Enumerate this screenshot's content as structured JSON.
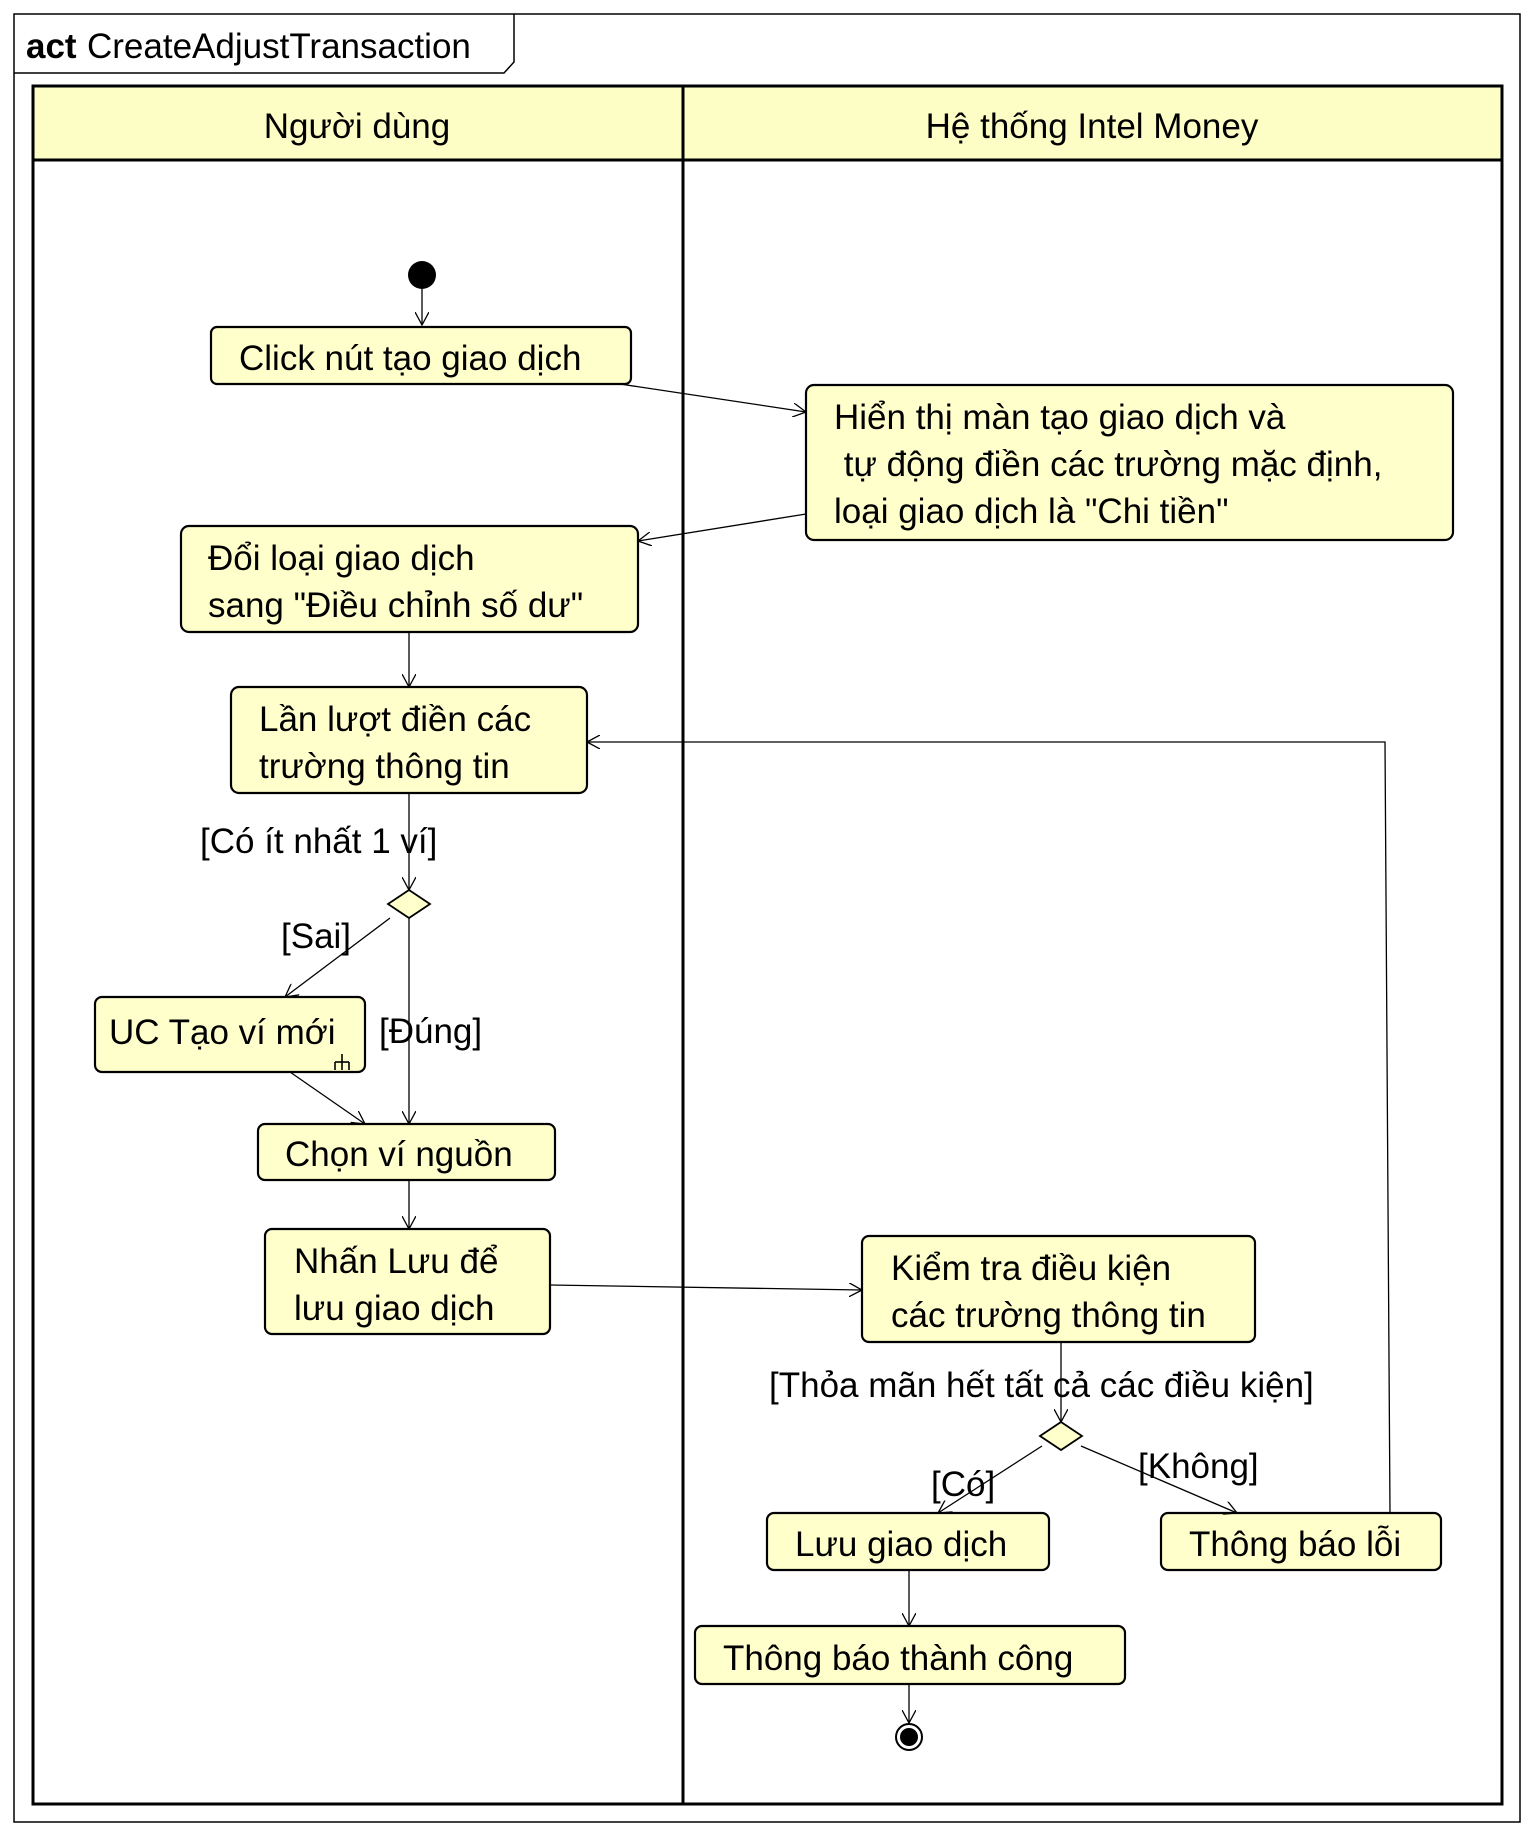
{
  "frame": {
    "keyword": "act",
    "name": "CreateAdjustTransaction"
  },
  "lanes": {
    "user": "Người dùng",
    "system": "Hệ thống Intel Money"
  },
  "actions": {
    "click_create": [
      "Click nút tạo giao dịch"
    ],
    "show_screen": [
      "Hiển thị màn tạo giao dịch và",
      " tự động điền các trường mặc định,",
      "loại giao dịch là \"Chi tiền\""
    ],
    "change_type": [
      "Đổi loại giao dịch",
      "sang \"Điều chỉnh số dư\""
    ],
    "fill_fields": [
      "Lần lượt điền các",
      "trường thông tin"
    ],
    "create_wallet": [
      "UC Tạo ví mới"
    ],
    "choose_wallet": [
      "Chọn ví nguồn"
    ],
    "press_save": [
      "Nhấn Lưu để",
      "lưu giao dịch"
    ],
    "check_fields": [
      "Kiểm tra điều kiện",
      "các trường thông tin"
    ],
    "save_tx": [
      "Lưu giao dịch"
    ],
    "error_msg": [
      "Thông báo lỗi"
    ],
    "success_msg": [
      "Thông báo thành công"
    ]
  },
  "guards": {
    "has_wallet": "[Có ít nhất 1 ví]",
    "false": "[Sai]",
    "true": "[Đúng]",
    "all_valid": "[Thỏa mãn hết tất cả các điều kiện]",
    "yes": "[Có]",
    "no": "[Không]"
  },
  "colors": {
    "node_fill": "#ffffcc",
    "header_fill": "#fdfdc6",
    "line": "#000000"
  }
}
